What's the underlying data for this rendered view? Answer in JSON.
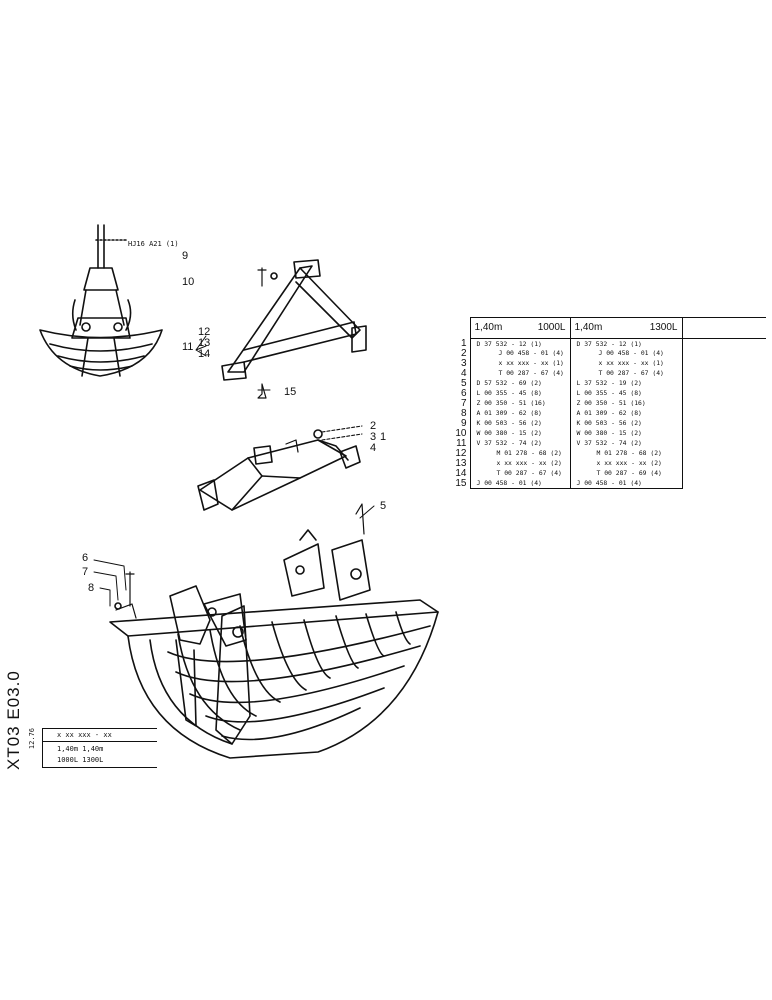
{
  "callouts": {
    "top_ref": "HJ16  A21 (1)",
    "n9": "9",
    "n10": "10",
    "n11": "11",
    "n12": "12",
    "n13": "13",
    "n14": "14",
    "n15": "15",
    "n2": "2",
    "n3": "3",
    "n1": "1",
    "n4": "4",
    "n5": "5",
    "n6": "6",
    "n7": "7",
    "n8": "8"
  },
  "table": {
    "col1_h1": "1,40m",
    "col1_h2": "1000L",
    "col2_h1": "1,40m",
    "col2_h2": "1300L",
    "rows": [
      {
        "n": "1",
        "a": "D 37 532 - 12 (1)",
        "b": "D 37 532 - 12 (1)"
      },
      {
        "n": "2",
        "a": "J 00 458 - 01 (4)",
        "b": "J 00 458 - 01 (4)"
      },
      {
        "n": "3",
        "a": "x xx xxx - xx (1)",
        "b": "x xx xxx - xx (1)"
      },
      {
        "n": "4",
        "a": "T 00 287 - 67 (4)",
        "b": "T 00 287 - 67 (4)"
      },
      {
        "n": "5",
        "a": "D 57 532 - 69 (2)",
        "b": "L 37 532 - 19 (2)"
      },
      {
        "n": "6",
        "a": "L 00 355 - 45 (8)",
        "b": "L 00 355 - 45 (8)"
      },
      {
        "n": "7",
        "a": "Z 00 350 - 51 (16)",
        "b": "Z 00 350 - 51 (16)"
      },
      {
        "n": "8",
        "a": "A 01 309 - 62 (8)",
        "b": "A 01 309 - 62 (8)"
      },
      {
        "n": "9",
        "a": "K 00 503 - 56 (2)",
        "b": "K 00 503 - 56 (2)"
      },
      {
        "n": "10",
        "a": "W 00 380 - 15 (2)",
        "b": "W 00 380 - 15 (2)"
      },
      {
        "n": "11",
        "a": "V 37 532 - 74 (2)",
        "b": "V 37 532 - 74 (2)"
      },
      {
        "n": "12",
        "a": "M 01 278 - 68 (2)",
        "b": "M 01 278 - 68 (2)"
      },
      {
        "n": "13",
        "a": "x xx xxx - xx (2)",
        "b": "x xx xxx - xx (2)"
      },
      {
        "n": "14",
        "a": "T 00 287 - 67 (4)",
        "b": "T 00 287 - 69 (4)"
      },
      {
        "n": "15",
        "a": "J 00 458 - 01 (4)",
        "b": "J 00 458 - 01 (4)"
      }
    ]
  },
  "legend": {
    "side_code": "XT03 E03.0",
    "side_date": "12.76",
    "row1": "x xx   xxx - xx",
    "row2": "1,40m  1,40m",
    "row3": "1000L  1300L"
  }
}
